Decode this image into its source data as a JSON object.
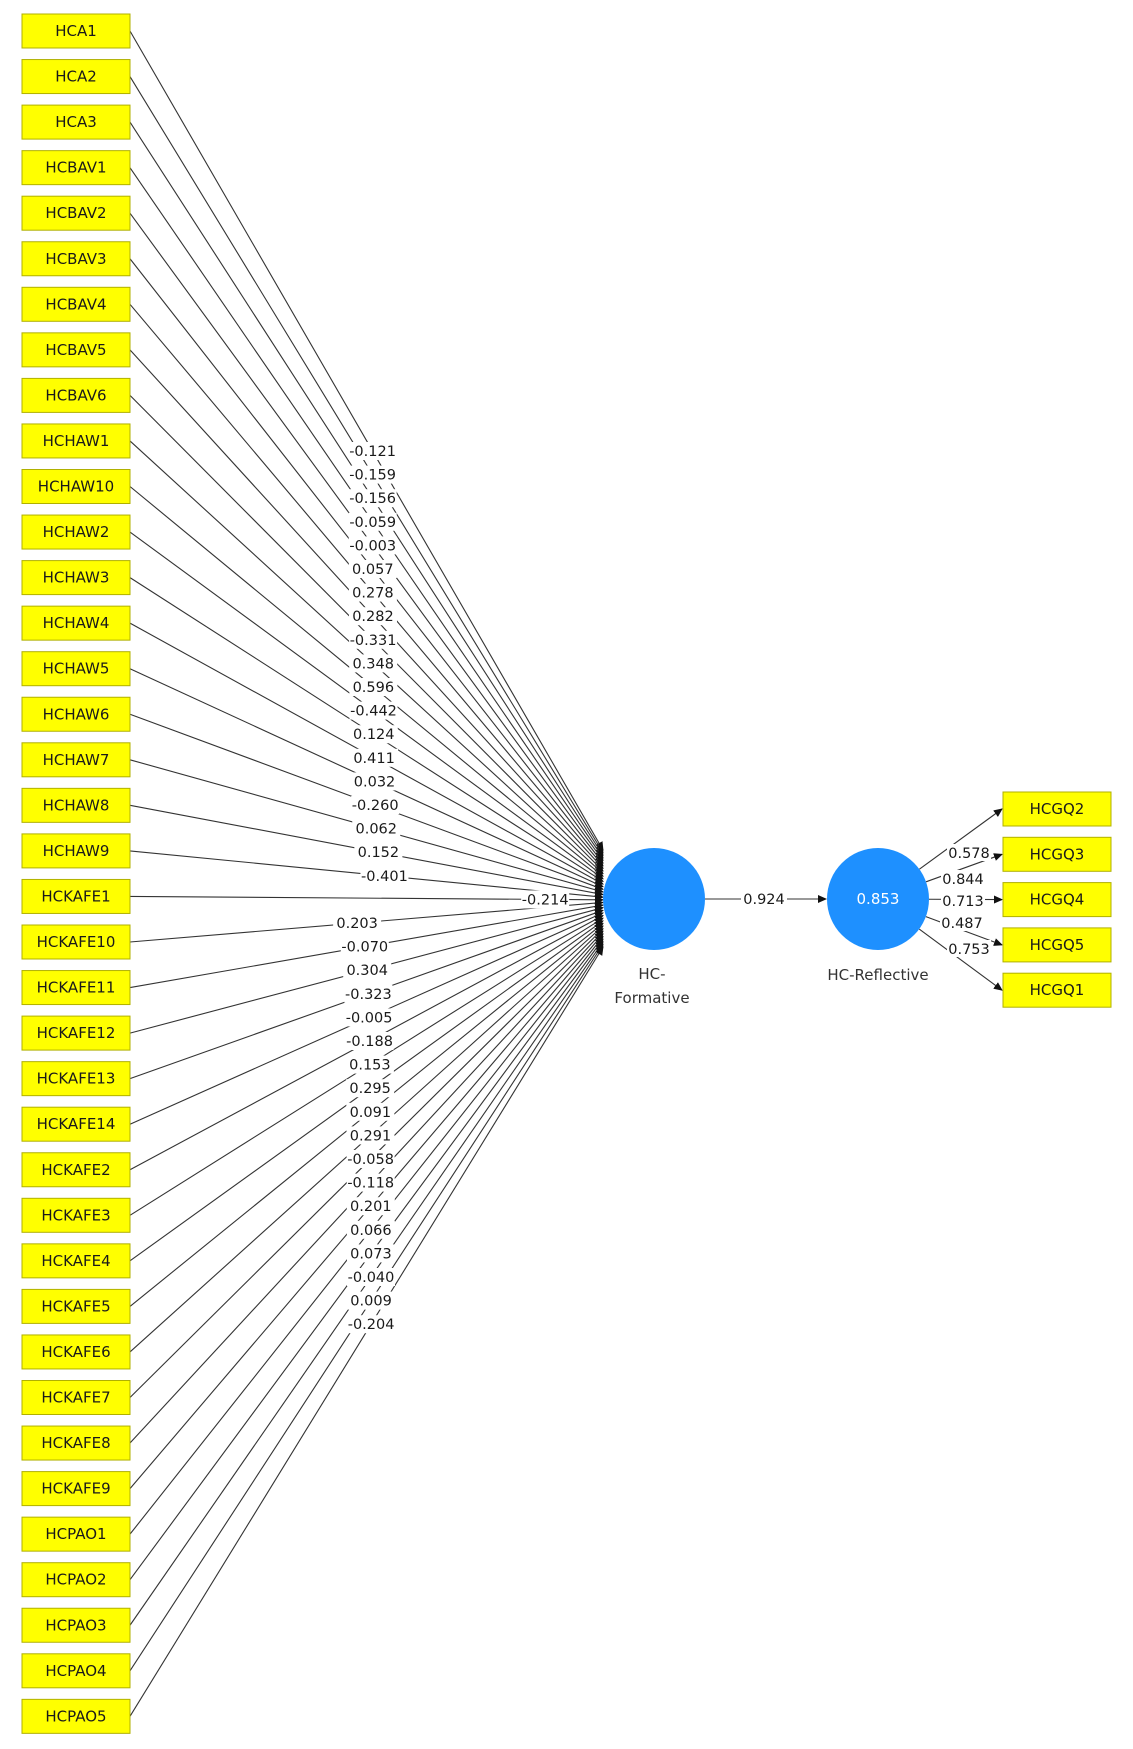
{
  "formative_indicators": [
    {
      "label": "HCA1",
      "weight": "-0.121"
    },
    {
      "label": "HCA2",
      "weight": "-0.159"
    },
    {
      "label": "HCA3",
      "weight": "-0.156"
    },
    {
      "label": "HCBAV1",
      "weight": "-0.059"
    },
    {
      "label": "HCBAV2",
      "weight": "-0.003"
    },
    {
      "label": "HCBAV3",
      "weight": "0.057"
    },
    {
      "label": "HCBAV4",
      "weight": "0.278"
    },
    {
      "label": "HCBAV5",
      "weight": "0.282"
    },
    {
      "label": "HCBAV6",
      "weight": "-0.331"
    },
    {
      "label": "HCHAW1",
      "weight": "0.348"
    },
    {
      "label": "HCHAW10",
      "weight": "0.596"
    },
    {
      "label": "HCHAW2",
      "weight": "-0.442"
    },
    {
      "label": "HCHAW3",
      "weight": "0.124"
    },
    {
      "label": "HCHAW4",
      "weight": "0.411"
    },
    {
      "label": "HCHAW5",
      "weight": "0.032"
    },
    {
      "label": "HCHAW6",
      "weight": "-0.260"
    },
    {
      "label": "HCHAW7",
      "weight": "0.062"
    },
    {
      "label": "HCHAW8",
      "weight": "0.152"
    },
    {
      "label": "HCHAW9",
      "weight": "-0.401"
    },
    {
      "label": "HCKAFE1",
      "weight": "-0.214"
    },
    {
      "label": "HCKAFE10",
      "weight": "0.203"
    },
    {
      "label": "HCKAFE11",
      "weight": "-0.070"
    },
    {
      "label": "HCKAFE12",
      "weight": "0.304"
    },
    {
      "label": "HCKAFE13",
      "weight": "-0.323"
    },
    {
      "label": "HCKAFE14",
      "weight": "-0.005"
    },
    {
      "label": "HCKAFE2",
      "weight": "-0.188"
    },
    {
      "label": "HCKAFE3",
      "weight": "0.153"
    },
    {
      "label": "HCKAFE4",
      "weight": "0.295"
    },
    {
      "label": "HCKAFE5",
      "weight": "0.091"
    },
    {
      "label": "HCKAFE6",
      "weight": "0.291"
    },
    {
      "label": "HCKAFE7",
      "weight": "-0.058"
    },
    {
      "label": "HCKAFE8",
      "weight": "-0.118"
    },
    {
      "label": "HCKAFE9",
      "weight": "0.201"
    },
    {
      "label": "HCPAO1",
      "weight": "0.066"
    },
    {
      "label": "HCPAO2",
      "weight": "0.073"
    },
    {
      "label": "HCPAO3",
      "weight": "-0.040"
    },
    {
      "label": "HCPAO4",
      "weight": "0.009"
    },
    {
      "label": "HCPAO5",
      "weight": "-0.204"
    }
  ],
  "formative_construct": {
    "name_line1": "HC-",
    "name_line2": "Formative"
  },
  "reflective_construct": {
    "name": "HC-Reflective",
    "r_squared": "0.853"
  },
  "path_coefficient": "0.924",
  "reflective_indicators": [
    {
      "label": "HCGQ2",
      "loading": "0.578"
    },
    {
      "label": "HCGQ3",
      "loading": "0.844"
    },
    {
      "label": "HCGQ4",
      "loading": "0.713"
    },
    {
      "label": "HCGQ5",
      "loading": "0.487"
    },
    {
      "label": "HCGQ1",
      "loading": "0.753"
    }
  ],
  "colors": {
    "indicator_fill": "#ffff00",
    "construct_fill": "#1e90ff"
  }
}
